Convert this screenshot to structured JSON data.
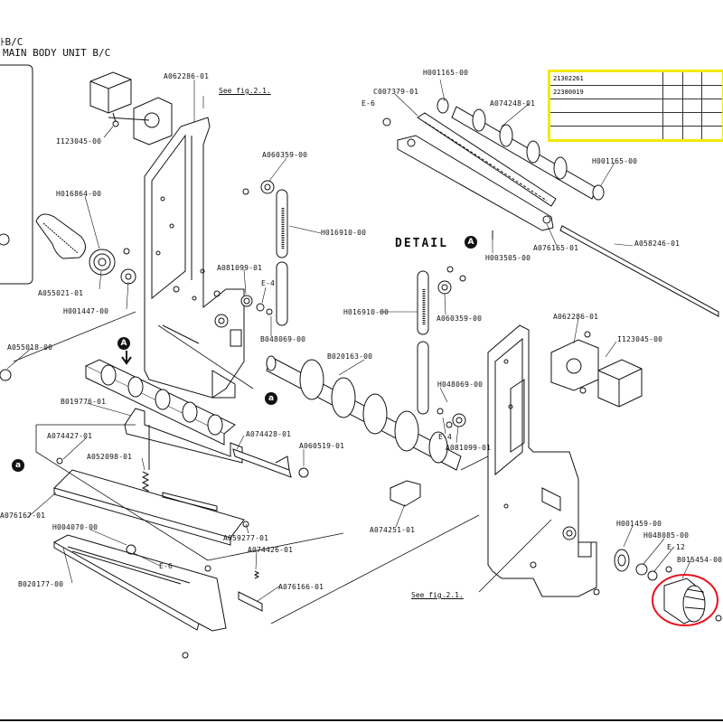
{
  "header": {
    "line1": "ﾄB/C",
    "line2": "MAIN BODY UNIT B/C"
  },
  "detail_label": "DETAIL",
  "detail_badge": "A",
  "badge_a": "A",
  "badge_b1": "a",
  "badge_b2": "a",
  "see_fig_1": "See fig.2.1.",
  "see_fig_2": "See fig.2.1.",
  "highlight_color": "#f2ea00",
  "circle_color": "#e8141e",
  "table": {
    "rows": [
      [
        "21302261",
        "",
        "",
        ""
      ],
      [
        "22380019",
        "",
        "",
        ""
      ],
      [
        "",
        "",
        "",
        ""
      ],
      [
        "",
        "",
        "",
        ""
      ],
      [
        "",
        "",
        "",
        ""
      ]
    ]
  },
  "parts": [
    "A062286-01",
    "See fig.2.1.",
    "I123045-00",
    "H016864-00",
    "A055021-01",
    "H001447-00",
    "A060359-00",
    "H016910-00",
    "A081099-01",
    "E-4",
    "B048069-00",
    "A055018-00",
    "H001165-00",
    "C007379-01",
    "E-6",
    "A074248-01",
    "H001165-00",
    "H003505-00",
    "A076165-01",
    "A058246-01",
    "H016910-00",
    "A060359-00",
    "A062286-01",
    "I123045-00",
    "B020163-00",
    "H048069-00",
    "E-4",
    "A081099-01",
    "B019776-01",
    "A074427-01",
    "A074428-01",
    "A060519-01",
    "A052098-01",
    "A076167-01",
    "H004070-00",
    "A059277-01",
    "A074426-01",
    "E-6",
    "B020177-00",
    "A076166-01",
    "A074251-01",
    "H001459-00",
    "H048085-00",
    "E-12",
    "B015454-00"
  ]
}
